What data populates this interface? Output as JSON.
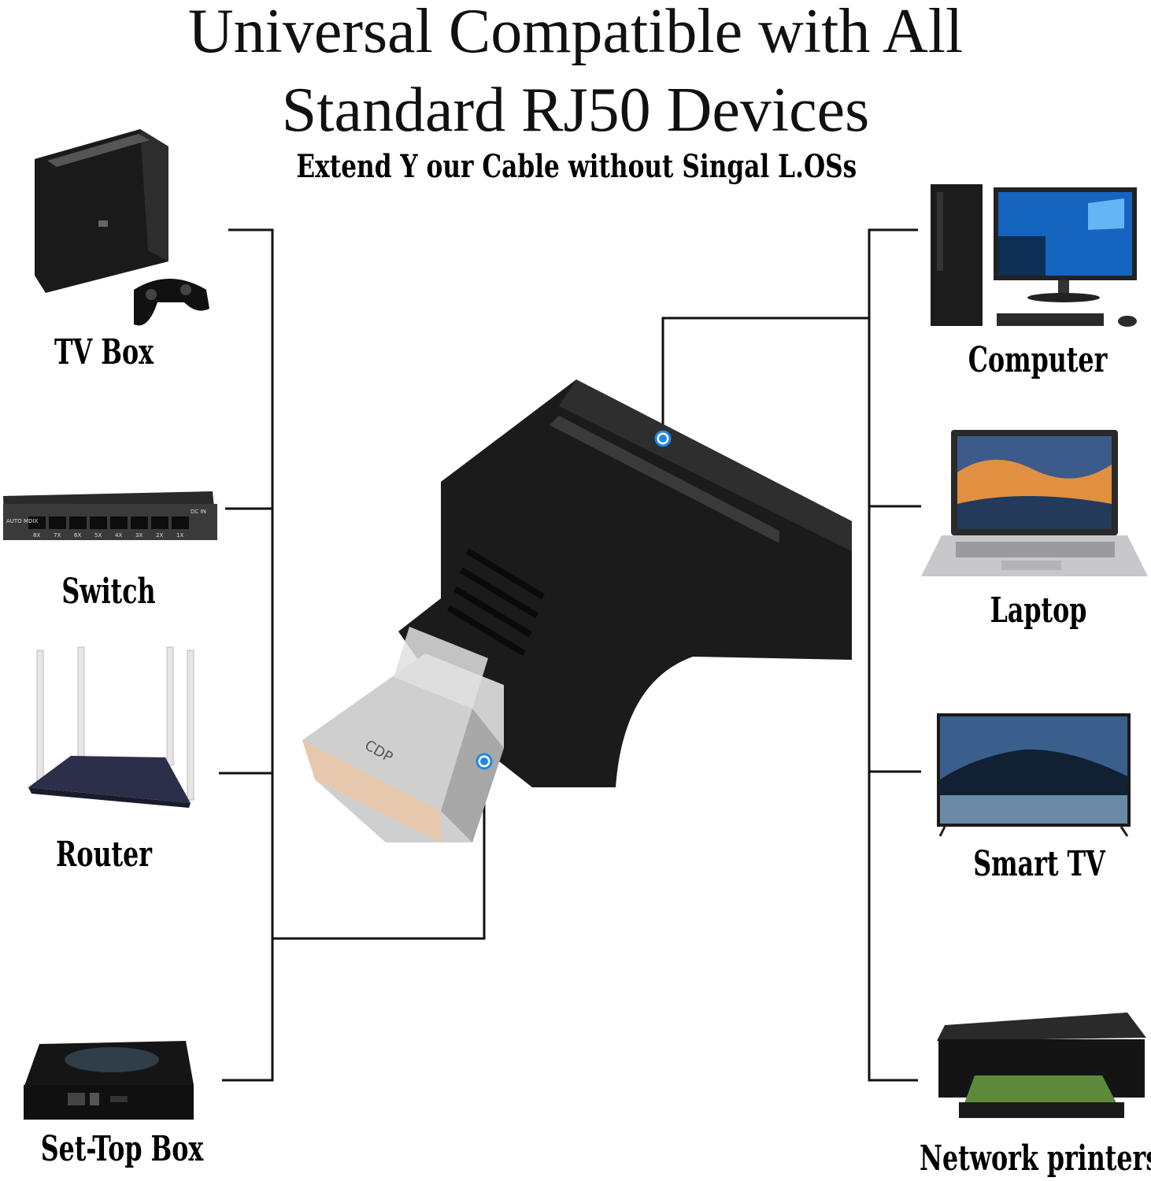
{
  "heading": {
    "line1": "Universal Compatible with All",
    "line2": "Standard RJ50 Devices",
    "tagline": "Extend Y our Cable without Singal L.OSs"
  },
  "devices_left": [
    {
      "label": "TV Box",
      "icon": "tv-box-icon"
    },
    {
      "label": "Switch",
      "icon": "network-switch-icon"
    },
    {
      "label": "Router",
      "icon": "router-icon"
    },
    {
      "label": "Set-Top Box",
      "icon": "set-top-box-icon"
    }
  ],
  "devices_right": [
    {
      "label": "Computer",
      "icon": "desktop-computer-icon"
    },
    {
      "label": "Laptop",
      "icon": "laptop-icon"
    },
    {
      "label": "Smart TV",
      "icon": "smart-tv-icon"
    },
    {
      "label": "Network printers",
      "icon": "printer-icon"
    }
  ],
  "product": {
    "icon": "rj50-adapter-icon",
    "plug_marking": "CDP"
  },
  "switch_device": {
    "port_labels": [
      "8X",
      "7X",
      "6X",
      "5X",
      "4X",
      "3X",
      "2X",
      "1X"
    ],
    "dc_label": "DC IN",
    "mode_label": "AUTO MDIX"
  },
  "colors": {
    "line": "#111111",
    "dot": "#1e88e5",
    "device": "#1b1b1b",
    "background": "#ffffff"
  }
}
